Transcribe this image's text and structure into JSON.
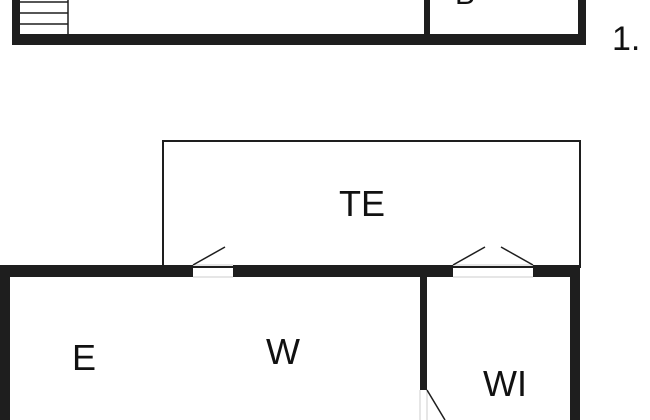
{
  "upper_floor": {
    "partial_room_label": "B",
    "floor_number": "1."
  },
  "lower_floor": {
    "rooms": [
      {
        "id": "terrace",
        "label": "TE"
      },
      {
        "id": "entrance",
        "label": "E"
      },
      {
        "id": "living",
        "label": "W"
      },
      {
        "id": "bathroom",
        "label": "WI"
      }
    ]
  },
  "colors": {
    "wall": "#1e1e1e",
    "background": "#ffffff"
  }
}
